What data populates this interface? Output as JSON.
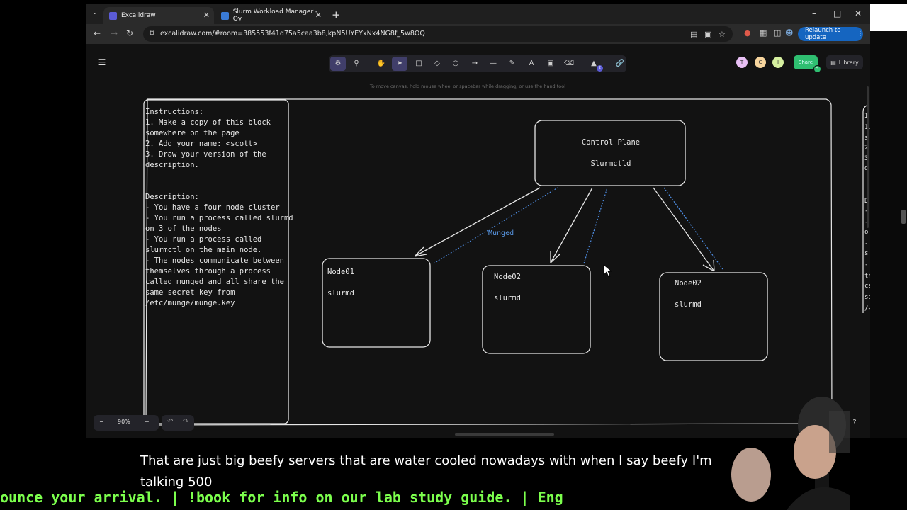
{
  "browser": {
    "tabs": [
      {
        "title": "Excalidraw",
        "active": true,
        "favicon": "excalidraw-icon"
      },
      {
        "title": "Slurm Workload Manager - Ov",
        "active": false,
        "favicon": "slurm-icon"
      }
    ],
    "url": "excalidraw.com/#room=385553f41d75a5caa3b8,kpN5UYEYxNx4NG8f_5w8OQ",
    "relaunch_label": "Relaunch to update"
  },
  "app": {
    "canvas_hint": "To move canvas, hold mouse wheel or spacebar while dragging, or use the hand tool",
    "collaborators": [
      {
        "initial": "T",
        "color": "#e9c0f5"
      },
      {
        "initial": "C",
        "color": "#f7d59e"
      },
      {
        "initial": "I",
        "color": "#d6f0a0"
      }
    ],
    "share_label": "Share",
    "share_count": "5",
    "library_label": "Library",
    "zoom_level": "90%",
    "tool_badge": "2"
  },
  "diagram": {
    "instructions": [
      "Instructions:",
      "1. Make a copy of this block",
      "somewhere on the page",
      "2. Add your name: <scott>",
      "3. Draw your version of the",
      "description.",
      "",
      "",
      "Description:",
      "- You have a four node cluster",
      "- You run a process called slurmd",
      "on 3 of the nodes",
      "- You run a process called",
      "slurmctl on the main node.",
      "- The nodes communicate between",
      "themselves through a process",
      "called munged and all share the",
      "same secret key from",
      "/etc/munge/munge.key"
    ],
    "control_plane": {
      "title": "Control Plane",
      "process": "Slurmctld"
    },
    "nodes": [
      {
        "name": "Node01",
        "process": "slurmd"
      },
      {
        "name": "Node02",
        "process": "slurmd"
      },
      {
        "name": "Node02",
        "process": "slurmd"
      }
    ],
    "munged_label": "Munged",
    "right_panel_fragments": [
      "I",
      "1.",
      "s",
      "2",
      "3",
      "d",
      "D",
      "-",
      "-",
      "o",
      "-",
      "s",
      "-",
      "th",
      "ca",
      "sa",
      "/e"
    ]
  },
  "stream": {
    "caption_line1": "That are just big beefy servers that are water cooled nowadays with when I say beefy I'm",
    "caption_line2": "talking 500",
    "ticker": "ounce your arrival. | !book for info on our lab study guide. | Eng"
  }
}
